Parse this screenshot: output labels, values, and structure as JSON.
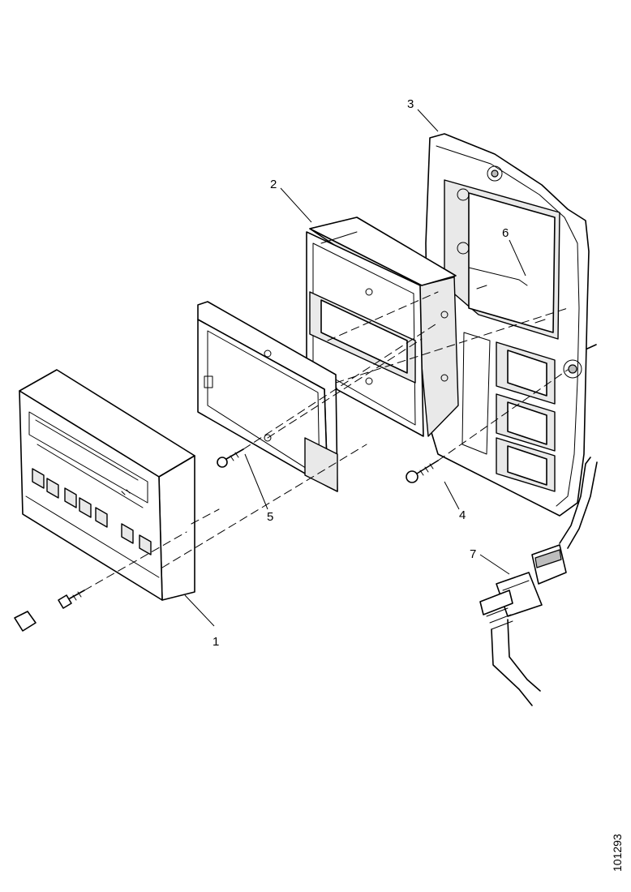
{
  "callouts": {
    "c1": "1",
    "c2": "2",
    "c3": "3",
    "c4": "4",
    "c5": "5",
    "c6": "6",
    "c7": "7"
  },
  "reference_number": "101293"
}
